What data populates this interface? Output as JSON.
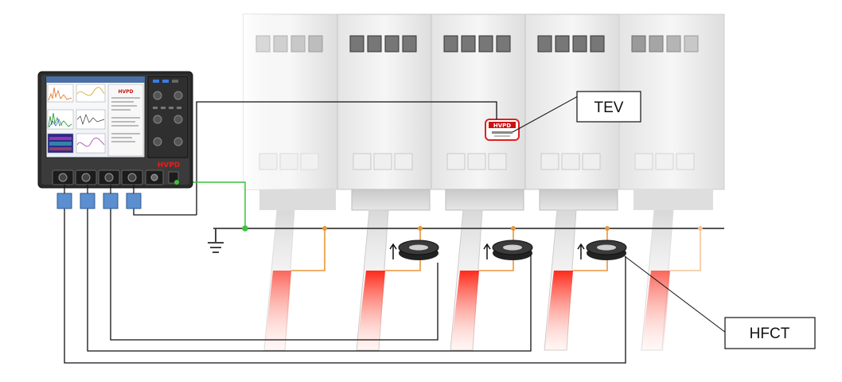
{
  "labels": {
    "tev": "TEV",
    "hfct": "HFCT"
  },
  "instrument": {
    "brand": "HVPD",
    "sensor_brand": "HVPD"
  },
  "colors": {
    "earth_wire": "#3cc23c",
    "bond_wire": "#e8963a",
    "cable_stress": "#f03a2a",
    "connector": "#5b8fcf",
    "signal_wire": "#111111"
  },
  "switchgear": {
    "panel_count": 5,
    "hfct_count": 3
  }
}
